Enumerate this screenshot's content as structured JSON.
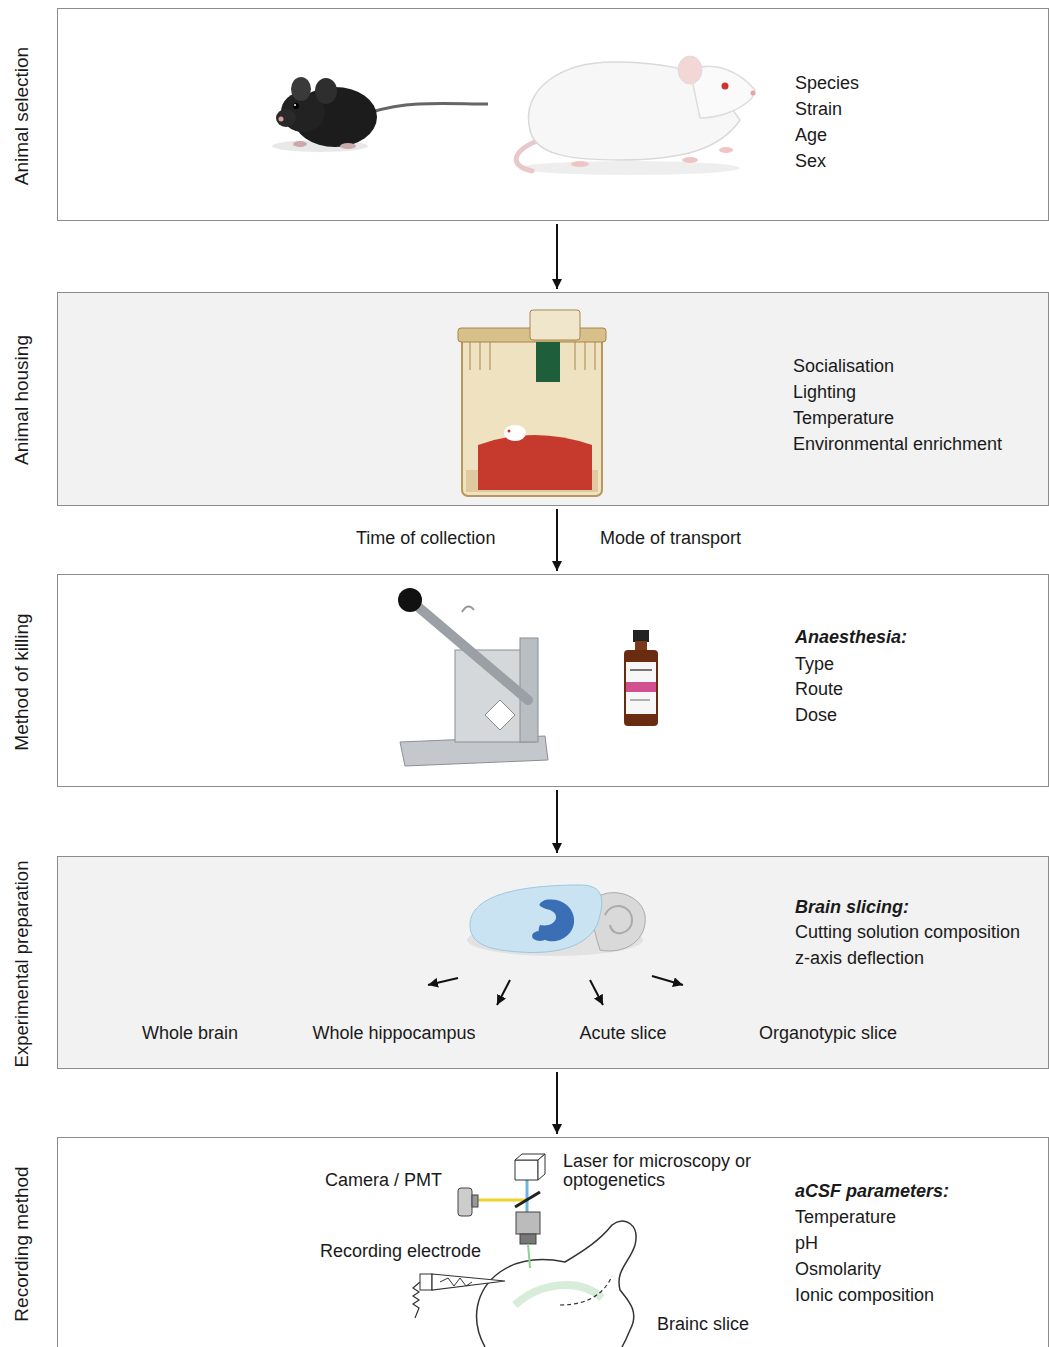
{
  "diagram": {
    "nodes": [
      {
        "text": [
          "Animal selection",
          "Species",
          "Strain",
          "Age",
          "Sex"
        ]
      },
      {
        "text": [
          "Animal housing",
          "Socialisation",
          "Lighting",
          "Temperature",
          "Environmental enrichment"
        ]
      },
      {
        "text": [
          "Method of killing",
          "Anaesthesia:",
          "Type",
          "Route",
          "Dose"
        ]
      },
      {
        "text": [
          "Experimental preparation",
          "Brain slicing:",
          "Cutting solution composition",
          "z-axis deflection",
          "Whole brain",
          "Whole hippocampus",
          "Acute slice",
          "Organotypic slice"
        ]
      },
      {
        "text": [
          "Recording method",
          "aCSF parameters:",
          "Temperature",
          "pH",
          "Osmolarity",
          "Ionic composition"
        ]
      }
    ],
    "edges": [
      {
        "from": 0,
        "to": 1,
        "arrow": "to"
      },
      {
        "from": 1,
        "to": 2,
        "arrow": "to"
      },
      {
        "from": 2,
        "to": 3,
        "arrow": "to"
      },
      {
        "from": 3,
        "to": 4,
        "arrow": "to"
      }
    ],
    "labels": [
      "Time of collection",
      "Mode of transport",
      "Camera / PMT",
      "Laser for microscopy or optogenetics",
      "Recording electrode",
      "Brainc slice"
    ]
  }
}
